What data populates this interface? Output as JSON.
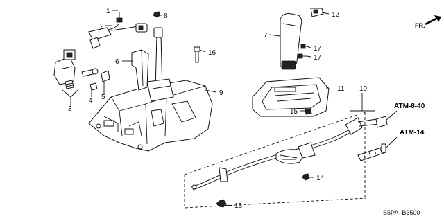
{
  "callouts": [
    "1",
    "2",
    "3",
    "4",
    "5",
    "6",
    "7",
    "8",
    "9",
    "10",
    "11",
    "12",
    "13",
    "14",
    "15",
    "16",
    "17",
    "17"
  ],
  "references": [
    "ATM-8-40",
    "ATM-14"
  ],
  "direction_label": "FR.",
  "part_code": "S5PA–B3500"
}
